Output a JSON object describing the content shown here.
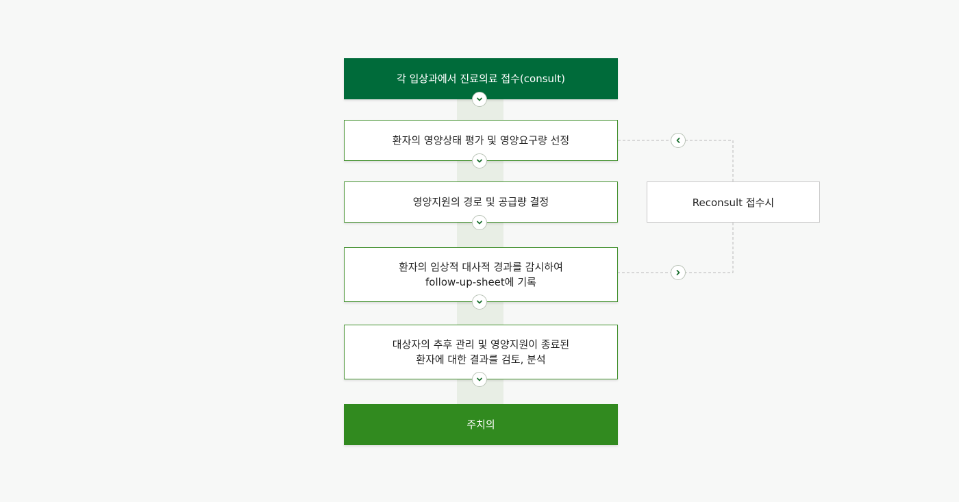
{
  "flow": {
    "steps": [
      {
        "lines": [
          "각 입상과에서 진료의료 접수(consult)"
        ]
      },
      {
        "lines": [
          "환자의 영양상태 평가 및 영양요구량 선정"
        ]
      },
      {
        "lines": [
          "영양지원의 경로 및 공급량 결정"
        ]
      },
      {
        "lines": [
          "환자의 임상적 대사적 경과를 감시하여",
          "follow-up-sheet에 기록"
        ]
      },
      {
        "lines": [
          "대상자의 추후 관리 및 영양지원이 종료된",
          "환자에 대한 결과를 검토, 분석"
        ]
      },
      {
        "lines": [
          "주치의"
        ]
      }
    ],
    "side_box": "Reconsult 접수시"
  },
  "colors": {
    "start_fill": "#006b3a",
    "end_fill": "#318a1f",
    "step_border": "#3f8f2a",
    "arrow_green": "#1a6e2e",
    "track": "#e8eee5"
  },
  "icons": {
    "down": "chevron-down-icon",
    "left": "chevron-left-icon",
    "right": "chevron-right-icon"
  }
}
